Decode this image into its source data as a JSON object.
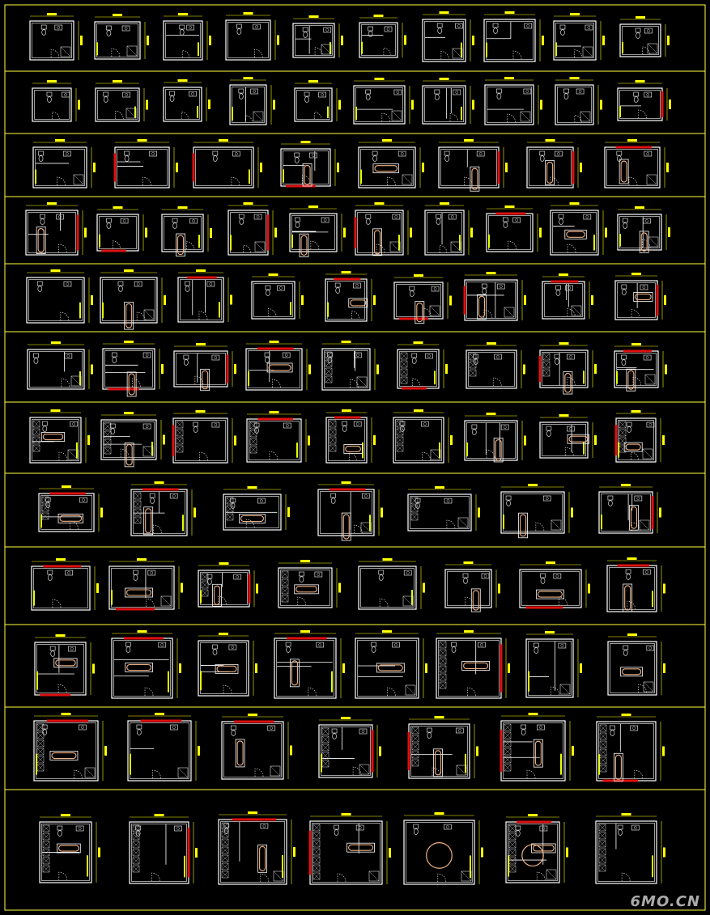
{
  "drawing": {
    "background": "#000000",
    "colors": {
      "frame": "#ffff40",
      "wall": "#ffffff",
      "fixture": "#d9d9d9",
      "tub": "#f0b080",
      "accent_wall": "#e01010",
      "door": "#ffffff",
      "glass": "#e8ff00",
      "dimension": "#ffff00"
    },
    "row_counts": [
      10,
      10,
      8,
      10,
      9,
      9,
      9,
      7,
      8,
      8,
      7,
      7
    ]
  },
  "watermark": "6MO.CN"
}
